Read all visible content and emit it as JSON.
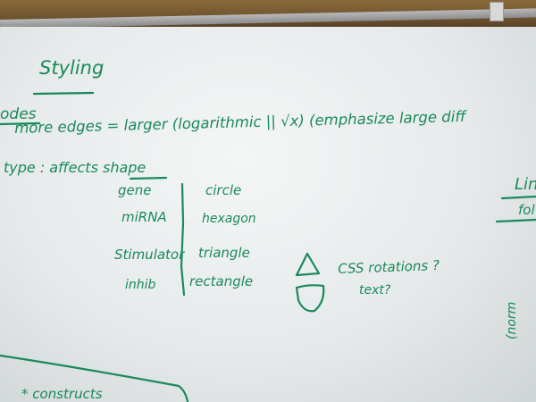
{
  "board": {
    "title": "Styling",
    "nodes_label": "odes",
    "edges_line": "more edges = larger (logarithmic || √x) (emphasize large diff",
    "type_label": "type : affects shape",
    "shapes": [
      {
        "name": "gene",
        "shape": "circle"
      },
      {
        "name": "miRNA",
        "shape": "hexagon"
      },
      {
        "name": "Stimulator",
        "shape": "triangle"
      },
      {
        "name": "inhib",
        "shape": "rectangle"
      }
    ],
    "css_rotations": "CSS rotations ?",
    "text_q": "text?",
    "right_top": "Lin",
    "right_sub": "fol",
    "right_vertical": "(norm",
    "bottom_left": "* constructs"
  },
  "ink_color": "#1a8a5a"
}
